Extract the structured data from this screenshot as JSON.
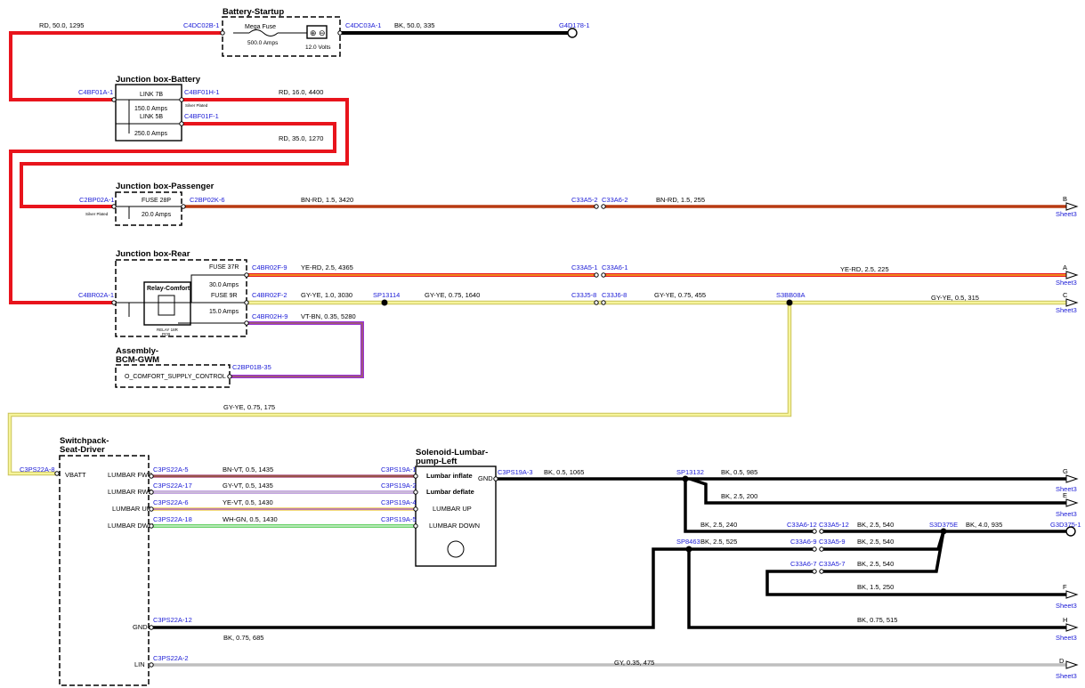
{
  "components": {
    "battery_startup": {
      "title": "Battery-Startup",
      "fuse_name": "Mega Fuse",
      "fuse_rating": "500.0 Amps",
      "battery_voltage": "12.0 Volts"
    },
    "jb_battery": {
      "title": "Junction box-Battery",
      "link1_name": "LINK 7B",
      "link1_rating": "150.0 Amps",
      "link2_name": "LINK 5B",
      "link2_rating": "250.0 Amps",
      "plating_note": "Silver Plated"
    },
    "jb_passenger": {
      "title": "Junction box-Passenger",
      "fuse_name": "FUSE 28P",
      "fuse_rating": "20.0 Amps",
      "plating_note": "Silver Plated"
    },
    "jb_rear": {
      "title": "Junction box-Rear",
      "fuse1_name": "FUSE 37R",
      "fuse1_rating": "30.0 Amps",
      "fuse2_name": "FUSE 9R",
      "fuse2_rating": "15.0 Amps",
      "relay_name": "Relay-Comfort",
      "relay_note1": "RELAY 18R",
      "relay_note2": "PCB"
    },
    "bcm": {
      "title1": "Assembly-",
      "title2": "BCM-GWM",
      "signal": "O_COMFORT_SUPPLY_CONTROL"
    },
    "switchpack": {
      "title1": "Switchpack-",
      "title2": "Seat-Driver",
      "pins": [
        "VBATT",
        "LUMBAR FWD",
        "LUMBAR RWD",
        "LUMBAR UP",
        "LUMBAR DWN",
        "GND",
        "LIN"
      ]
    },
    "solenoid": {
      "title1": "Solenoid-Lumbar-",
      "title2": "pump-Left",
      "modes": [
        "Lumbar inflate",
        "Lumbar deflate",
        "LUMBAR UP",
        "LUMBAR DOWN"
      ],
      "gnd_pin": "GND"
    }
  },
  "connectors": [
    "C4DC02B-1",
    "C4DC03A-1",
    "G4D178-1",
    "C4BF01A-1",
    "C4BF01H-1",
    "C4BF01F-1",
    "C2BP02A-1",
    "C2BP02K-6",
    "C33A5-2",
    "C33A6-2",
    "C4BR02A-1",
    "C4BR02F-9",
    "C33A5-1",
    "C33A6-1",
    "C4BR02F-2",
    "SP13114",
    "C33J5-8",
    "C33J6-8",
    "S3BB08A",
    "C4BR02H-9",
    "C2BP01B-35",
    "C3PS22A-8",
    "C3PS22A-5",
    "C3PS22A-17",
    "C3PS22A-6",
    "C3PS22A-18",
    "C3PS19A-1",
    "C3PS19A-2",
    "C3PS19A-4",
    "C3PS19A-5",
    "C3PS19A-3",
    "SP13132",
    "C33A6-12",
    "C33A5-12",
    "S3D375E",
    "G3D375-1",
    "SP8463",
    "C33A6-9",
    "C33A5-9",
    "C33A6-7",
    "C33A5-7",
    "C3PS22A-12",
    "C3PS22A-2"
  ],
  "wires": [
    "RD, 50.0, 1295",
    "BK, 50.0, 335",
    "RD, 16.0, 4400",
    "RD, 35.0, 1270",
    "BN-RD, 1.5, 3420",
    "BN-RD, 1.5, 255",
    "YE-RD, 2.5, 4365",
    "YE-RD, 2.5, 225",
    "GY-YE, 1.0, 3030",
    "GY-YE, 0.75, 1640",
    "GY-YE, 0.75, 455",
    "GY-YE, 0.5, 315",
    "VT-BN, 0.35, 5280",
    "GY-YE, 0.75, 175",
    "BN-VT, 0.5, 1435",
    "GY-VT, 0.5, 1435",
    "YE-VT, 0.5, 1430",
    "WH-GN, 0.5, 1430",
    "BK, 0.5, 1065",
    "BK, 0.5, 985",
    "BK, 2.5, 200",
    "BK, 2.5, 240",
    "BK, 2.5, 540",
    "BK, 4.0, 935",
    "BK, 2.5, 525",
    "BK, 2.5, 540",
    "BK, 2.5, 540",
    "BK, 1.5, 250",
    "BK, 0.75, 515",
    "BK, 0.75, 685",
    "GY, 0.35, 475"
  ],
  "offpage": [
    {
      "letter": "B",
      "sheet": "Sheet3"
    },
    {
      "letter": "A",
      "sheet": "Sheet3"
    },
    {
      "letter": "C",
      "sheet": "Sheet3"
    },
    {
      "letter": "G",
      "sheet": "Sheet3"
    },
    {
      "letter": "E",
      "sheet": "Sheet3"
    },
    {
      "letter": "F",
      "sheet": "Sheet3"
    },
    {
      "letter": "H",
      "sheet": "Sheet3"
    },
    {
      "letter": "D",
      "sheet": "Sheet3"
    }
  ],
  "wire_colors": {
    "red": "#e8141c",
    "black": "#000000",
    "brown_red": "#b83a12",
    "yellow": "#f2f07a",
    "violet": "#9b30d8",
    "gray": "#bfbfbf",
    "connector_blue": "#1a1ad6"
  }
}
